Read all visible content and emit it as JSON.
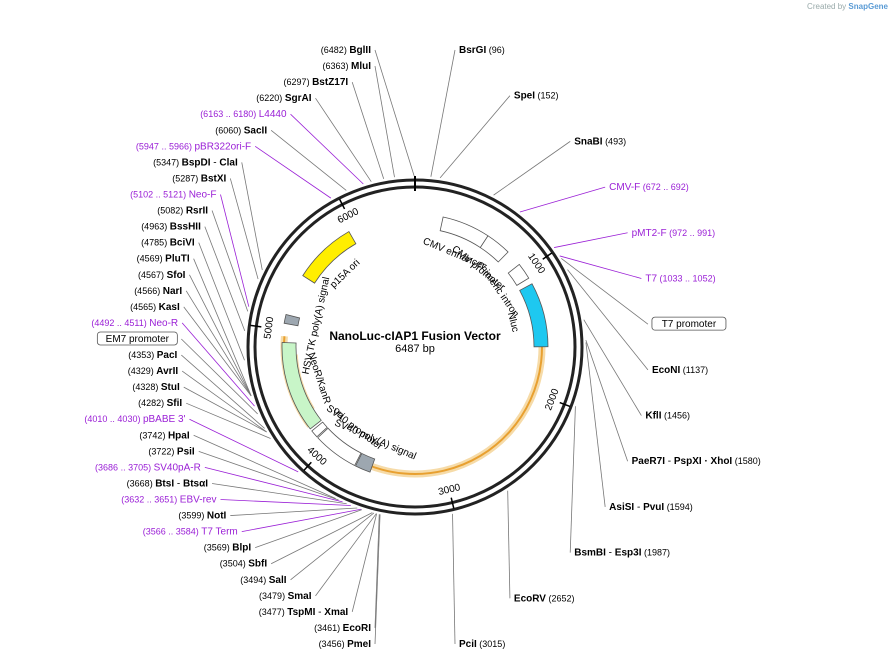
{
  "credit": {
    "prefix": "Created by",
    "brand": "SnapGene"
  },
  "plasmid": {
    "name": "NanoLuc-cIAP1 Fusion Vector",
    "size": "6487 bp",
    "length": 6487
  },
  "ticks": [
    "1000",
    "2000",
    "3000",
    "4000",
    "5000",
    "6000"
  ],
  "features": [
    {
      "label": "CMV enhancer",
      "start": 220,
      "end": 600,
      "color": "#ffffff",
      "kind": "arrow"
    },
    {
      "label": "CMV promoter",
      "start": 600,
      "end": 800,
      "color": "#ffffff",
      "kind": "arrow"
    },
    {
      "label": "chimeric intron",
      "start": 930,
      "end": 1060,
      "color": "#ffffff",
      "kind": "box"
    },
    {
      "label": "Nluc",
      "start": 1110,
      "end": 1620,
      "color": "#1ec8f0",
      "kind": "arrow"
    },
    {
      "label": "SV40 poly(A) signal",
      "start": 3600,
      "end": 3722,
      "color": "#9da7b0",
      "kind": "box"
    },
    {
      "label": "SV40 promoter",
      "start": 3730,
      "end": 4090,
      "color": "#ffffff",
      "kind": "arrow"
    },
    {
      "label": "ori",
      "start": 4100,
      "end": 4160,
      "color": "#ffffff",
      "kind": "box"
    },
    {
      "label": "NeoR/KanR",
      "start": 4180,
      "end": 4900,
      "color": "#c8f5c8",
      "kind": "arrow"
    },
    {
      "label": "HSV TK poly(A) signal",
      "start": 5050,
      "end": 5120,
      "color": "#9da7b0",
      "kind": "box"
    },
    {
      "label": "p15A ori",
      "start": 5450,
      "end": 5950,
      "color": "#ffee00",
      "kind": "arrow"
    }
  ],
  "orfs": [
    {
      "start": 1110,
      "end": 3640,
      "color": "#e8a030"
    },
    {
      "start": 4200,
      "end": 4950,
      "color": "#e8a030"
    },
    {
      "start": 4300,
      "end": 4800,
      "color": "#3d9a1c"
    }
  ],
  "sites": [
    {
      "pos": 6482,
      "name": "BglII",
      "num": "(6482)",
      "type": "enzyme",
      "side": "L"
    },
    {
      "pos": 6363,
      "name": "MluI",
      "num": "(6363)",
      "type": "enzyme",
      "side": "L"
    },
    {
      "pos": 6297,
      "name": "BstZ17I",
      "num": "(6297)",
      "type": "enzyme",
      "side": "L"
    },
    {
      "pos": 6220,
      "name": "SgrAI",
      "num": "(6220)",
      "type": "enzyme",
      "side": "L"
    },
    {
      "pos": 6170,
      "name": "L4440",
      "num": "(6163 .. 6180)",
      "type": "primer",
      "side": "L"
    },
    {
      "pos": 6060,
      "name": "SacII",
      "num": "(6060)",
      "type": "enzyme",
      "side": "L"
    },
    {
      "pos": 5956,
      "name": "pBR322ori-F",
      "num": "(5947 .. 5966)",
      "type": "primer",
      "side": "L"
    },
    {
      "pos": 5347,
      "name": "BspDI",
      "extra": "ClaI",
      "num": "(5347)",
      "type": "enzyme",
      "side": "L"
    },
    {
      "pos": 5287,
      "name": "BstXI",
      "num": "(5287)",
      "type": "enzyme",
      "side": "L"
    },
    {
      "pos": 5111,
      "name": "Neo-F",
      "num": "(5102 .. 5121)",
      "type": "primer",
      "side": "L"
    },
    {
      "pos": 5082,
      "name": "RsrII",
      "num": "(5082)",
      "type": "enzyme",
      "side": "L"
    },
    {
      "pos": 4963,
      "name": "BssHII",
      "num": "(4963)",
      "type": "enzyme",
      "side": "L"
    },
    {
      "pos": 4785,
      "name": "BciVI",
      "num": "(4785)",
      "type": "enzyme",
      "side": "L"
    },
    {
      "pos": 4569,
      "name": "PluTI",
      "num": "(4569)",
      "type": "enzyme",
      "side": "L"
    },
    {
      "pos": 4567,
      "name": "SfoI",
      "num": "(4567)",
      "type": "enzyme",
      "side": "L"
    },
    {
      "pos": 4566,
      "name": "NarI",
      "num": "(4566)",
      "type": "enzyme",
      "side": "L"
    },
    {
      "pos": 4565,
      "name": "KasI",
      "num": "(4565)",
      "type": "enzyme",
      "side": "L"
    },
    {
      "pos": 4501,
      "name": "Neo-R",
      "num": "(4492 .. 4511)",
      "type": "primer",
      "side": "L"
    },
    {
      "pos": 4450,
      "name": "EM7 promoter",
      "num": "",
      "type": "box",
      "side": "L"
    },
    {
      "pos": 4353,
      "name": "PacI",
      "num": "(4353)",
      "type": "enzyme",
      "side": "L"
    },
    {
      "pos": 4329,
      "name": "AvrII",
      "num": "(4329)",
      "type": "enzyme",
      "side": "L"
    },
    {
      "pos": 4328,
      "name": "StuI",
      "num": "(4328)",
      "type": "enzyme",
      "side": "L"
    },
    {
      "pos": 4282,
      "name": "SfiI",
      "num": "(4282)",
      "type": "enzyme",
      "side": "L"
    },
    {
      "pos": 4020,
      "name": "pBABE 3'",
      "num": "(4010 .. 4030)",
      "type": "primer",
      "side": "L"
    },
    {
      "pos": 3742,
      "name": "HpaI",
      "num": "(3742)",
      "type": "enzyme",
      "side": "L"
    },
    {
      "pos": 3722,
      "name": "PsiI",
      "num": "(3722)",
      "type": "enzyme",
      "side": "L"
    },
    {
      "pos": 3695,
      "name": "SV40pA-R",
      "num": "(3686 .. 3705)",
      "type": "primer",
      "side": "L"
    },
    {
      "pos": 3668,
      "name": "BtsI",
      "extra": "BtsαI",
      "num": "(3668)",
      "type": "enzyme",
      "side": "L"
    },
    {
      "pos": 3641,
      "name": "EBV-rev",
      "num": "(3632 .. 3651)",
      "type": "primer",
      "side": "L"
    },
    {
      "pos": 3599,
      "name": "NotI",
      "num": "(3599)",
      "type": "enzyme",
      "side": "L"
    },
    {
      "pos": 3575,
      "name": "T7 Term",
      "num": "(3566 .. 3584)",
      "type": "primer",
      "side": "L"
    },
    {
      "pos": 3569,
      "name": "BlpI",
      "num": "(3569)",
      "type": "enzyme",
      "side": "L"
    },
    {
      "pos": 3504,
      "name": "SbfI",
      "num": "(3504)",
      "type": "enzyme",
      "side": "L"
    },
    {
      "pos": 3494,
      "name": "SalI",
      "num": "(3494)",
      "type": "enzyme",
      "side": "L"
    },
    {
      "pos": 3479,
      "name": "SmaI",
      "num": "(3479)",
      "type": "enzyme",
      "side": "L"
    },
    {
      "pos": 3477,
      "name": "TspMI",
      "extra": "XmaI",
      "num": "(3477)",
      "type": "enzyme",
      "side": "L"
    },
    {
      "pos": 3461,
      "name": "EcoRI",
      "num": "(3461)",
      "type": "enzyme",
      "side": "L"
    },
    {
      "pos": 3456,
      "name": "PmeI",
      "num": "(3456)",
      "type": "enzyme",
      "side": "L"
    },
    {
      "pos": 96,
      "name": "BsrGI",
      "num": "(96)",
      "type": "enzyme",
      "side": "R"
    },
    {
      "pos": 152,
      "name": "SpeI",
      "num": "(152)",
      "type": "enzyme",
      "side": "R"
    },
    {
      "pos": 493,
      "name": "SnaBI",
      "num": "(493)",
      "type": "enzyme",
      "side": "R"
    },
    {
      "pos": 682,
      "name": "CMV-F",
      "num": "(672 .. 692)",
      "type": "primer",
      "side": "R"
    },
    {
      "pos": 981,
      "name": "pMT2-F",
      "num": "(972 .. 991)",
      "type": "primer",
      "side": "R"
    },
    {
      "pos": 1042,
      "name": "T7",
      "num": "(1033 .. 1052)",
      "type": "primer",
      "side": "R"
    },
    {
      "pos": 1060,
      "name": "T7 promoter",
      "num": "",
      "type": "box",
      "side": "R"
    },
    {
      "pos": 1137,
      "name": "EcoNI",
      "num": "(1137)",
      "type": "enzyme",
      "side": "R"
    },
    {
      "pos": 1456,
      "name": "KflI",
      "num": "(1456)",
      "type": "enzyme",
      "side": "R"
    },
    {
      "pos": 1580,
      "name": "PaeR7I",
      "extra": "PspXI · XhoI",
      "num": "(1580)",
      "type": "enzyme",
      "side": "R"
    },
    {
      "pos": 1594,
      "name": "AsiSI",
      "extra": "PvuI",
      "num": "(1594)",
      "type": "enzyme",
      "side": "R"
    },
    {
      "pos": 1987,
      "name": "BsmBI",
      "extra": "Esp3I",
      "num": "(1987)",
      "type": "enzyme",
      "side": "R"
    },
    {
      "pos": 2652,
      "name": "EcoRV",
      "num": "(2652)",
      "type": "enzyme",
      "side": "R"
    },
    {
      "pos": 3015,
      "name": "PciI",
      "num": "(3015)",
      "type": "enzyme",
      "side": "R"
    }
  ]
}
